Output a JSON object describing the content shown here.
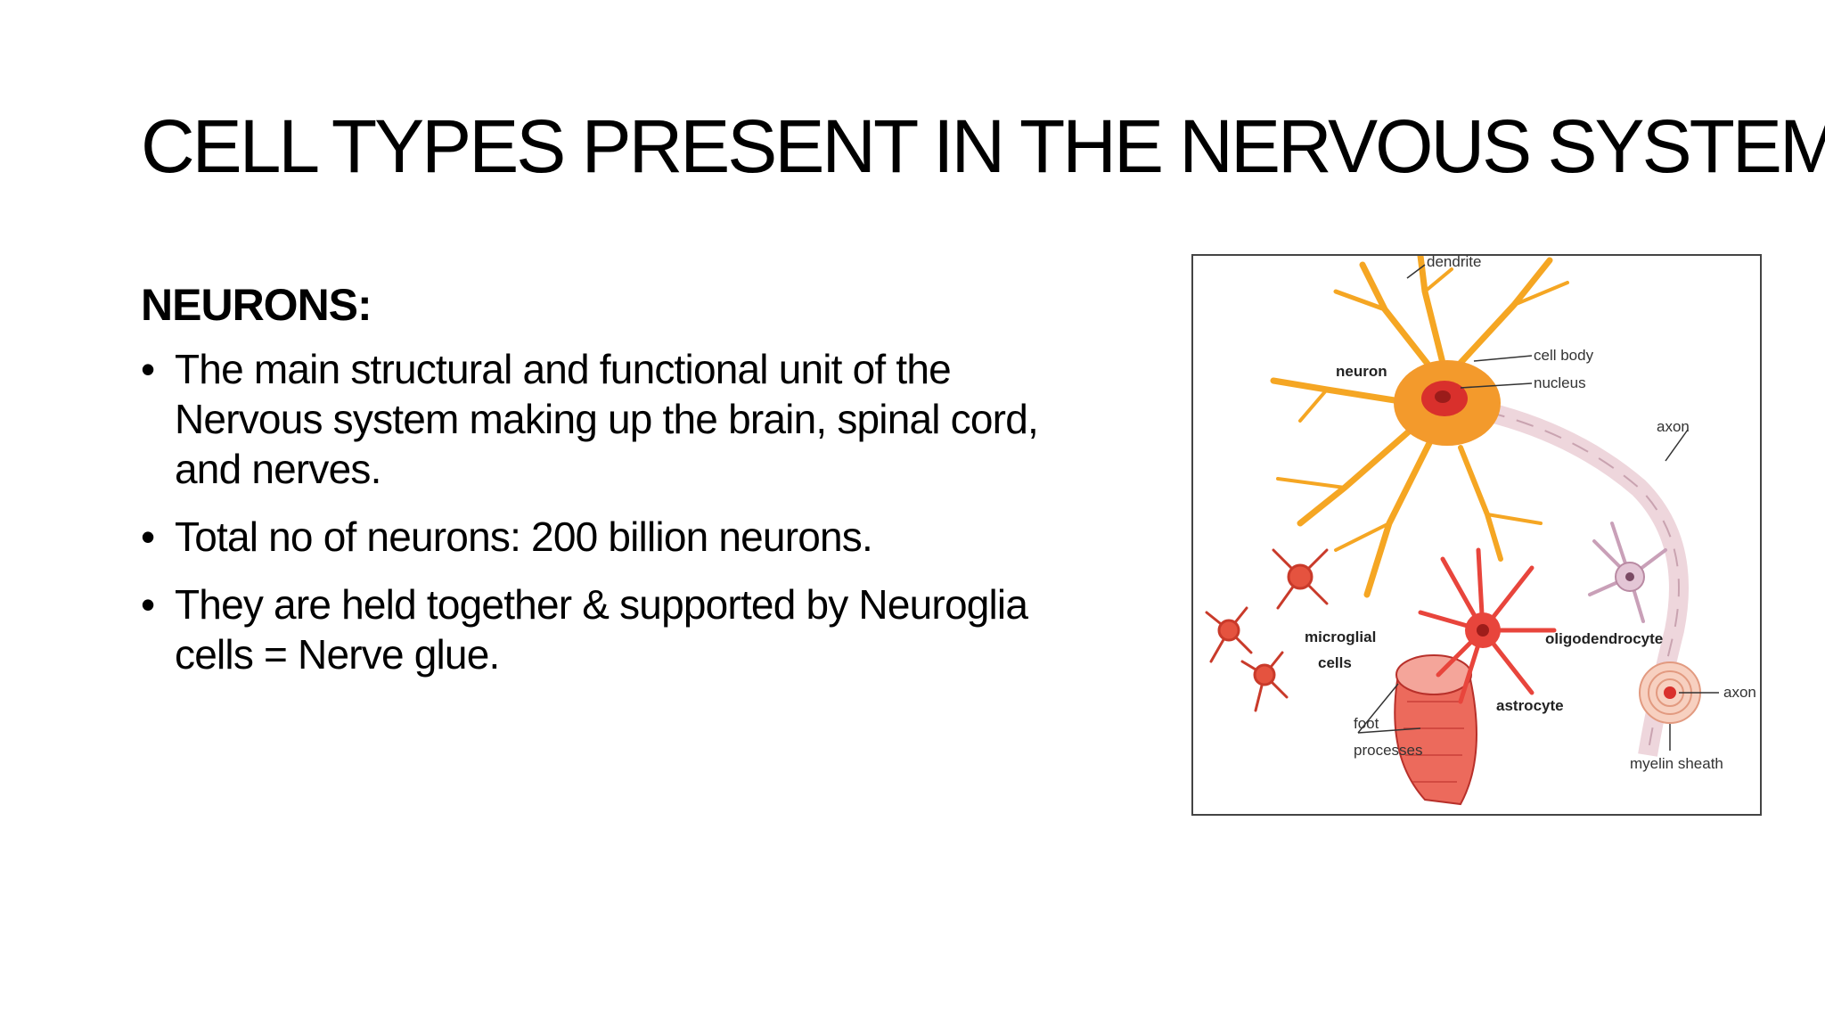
{
  "slide": {
    "title": "CELL TYPES PRESENT IN THE NERVOUS SYSTEM",
    "section_heading": "NEURONS:",
    "bullets": [
      {
        "lines": [
          "The main structural and functional unit of the",
          "Nervous system making up the brain, spinal cord,",
          "and nerves."
        ]
      },
      {
        "lines": [
          "Total no of neurons: 200 billion neurons."
        ]
      },
      {
        "lines": [
          "They are held together & supported by Neuroglia",
          "cells = Nerve glue."
        ]
      }
    ],
    "bullet_symbol": "•"
  },
  "figure": {
    "labels": {
      "dendrite": "dendrite",
      "neuron": "neuron",
      "cell_body": "cell body",
      "nucleus": "nucleus",
      "axon_top": "axon",
      "microglial_cells_line1": "microglial",
      "microglial_cells_line2": "cells",
      "oligodendrocyte": "oligodendrocyte",
      "axon_bottom": "axon",
      "astrocyte": "astrocyte",
      "foot_processes_line1": "foot",
      "foot_processes_line2": "processes",
      "myelin_sheath": "myelin sheath"
    },
    "colors": {
      "neuron": "#f5a623",
      "neuron_body": "#f08a24",
      "nucleus": "#d9302c",
      "astrocyte": "#e8453c",
      "microglia": "#e5533f",
      "oligodendrocyte": "#e4c6d6",
      "vessel": "#e8524a",
      "myelin": "#f0b49a"
    }
  }
}
